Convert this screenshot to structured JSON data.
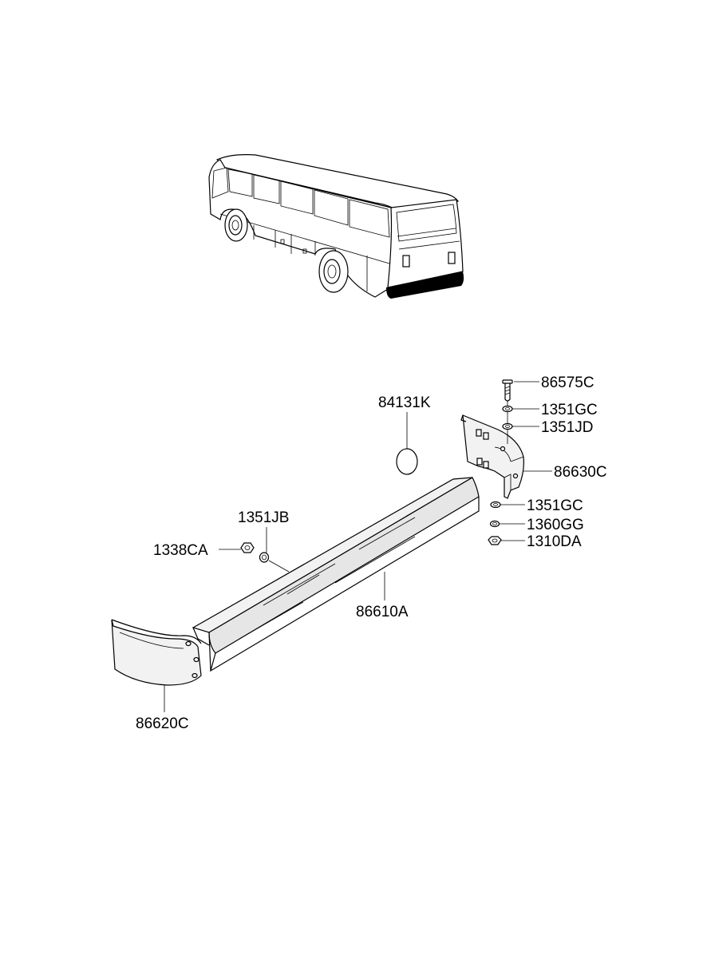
{
  "labels": {
    "p86575C": "86575C",
    "p1351GC_top": "1351GC",
    "p1351JD": "1351JD",
    "p84131K": "84131K",
    "p86630C": "86630C",
    "p1351GC_bottom": "1351GC",
    "p1360GG": "1360GG",
    "p1310DA": "1310DA",
    "p1351JB": "1351JB",
    "p1338CA": "1338CA",
    "p86610A": "86610A",
    "p86620C": "86620C"
  },
  "colors": {
    "ink": "#000000",
    "fill_light": "#f2f2f2",
    "fill_mid": "#e6e6e6",
    "bumper_highlight": "#000000"
  },
  "icons": {
    "bus": "bus-overview-illustration",
    "hardware": [
      "bolt-icon",
      "washer-icon",
      "nut-icon",
      "plug-icon"
    ]
  }
}
